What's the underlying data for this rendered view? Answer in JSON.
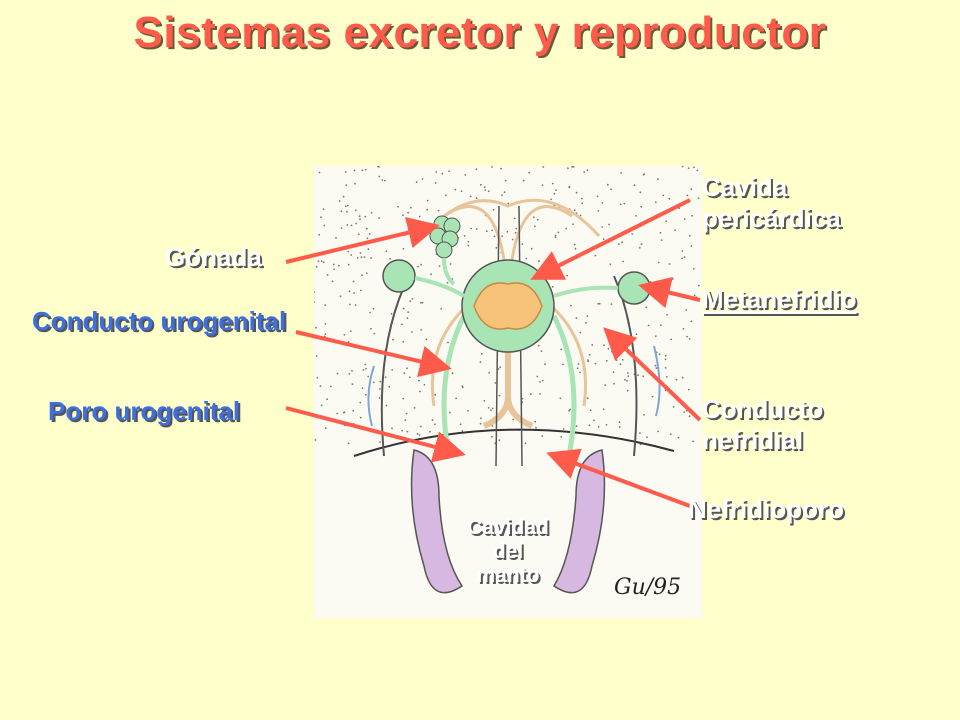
{
  "slide": {
    "title": "Sistemas excretor y reproductor",
    "accent_color": "#ff5a4a",
    "background_color": "#ffffcc"
  },
  "labels": {
    "gonada": "Gónada",
    "conducto_urogenital": "Conducto urogenital",
    "poro_urogenital": "Poro urogenital",
    "cavidad_pericardica_1": "Cavida",
    "cavidad_pericardica_2": "pericárdica",
    "metanefridio": "Metanefridio",
    "conducto_nefridial_1": "Conducto",
    "conducto_nefridial_2": "nefridial",
    "nefridioporo": "Nefridioporo",
    "cavidad_manto_1": "Cavidad",
    "cavidad_manto_2": "del",
    "cavidad_manto_3": "manto"
  },
  "diagram": {
    "signature": "Gu/95",
    "colors": {
      "gonad_green": "#a8e4b4",
      "pericardium_orange": "#f7c27a",
      "gill_purple": "#d6b8e0",
      "duct_tan": "#e8c49a",
      "leader_red": "#ff5a4a"
    }
  }
}
